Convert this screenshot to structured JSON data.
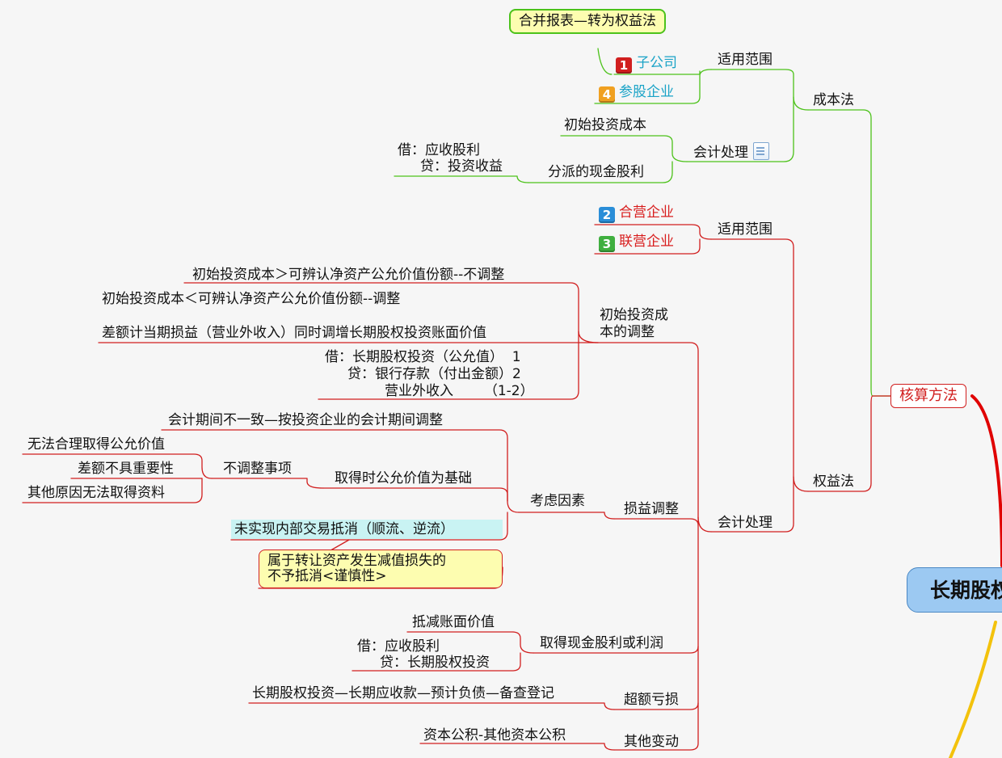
{
  "root": {
    "label": "长期股权投资"
  },
  "method": {
    "label": "核算方法"
  },
  "cost": {
    "label": "成本法",
    "scope": {
      "label": "适用范围",
      "items": [
        {
          "num": "1",
          "text": "子公司"
        },
        {
          "num": "4",
          "text": "参股企业"
        }
      ],
      "callout": "合并报表—转为权益法"
    },
    "accounting": {
      "label": "会计处理",
      "initial": "初始投资成本",
      "dividend": "分派的现金股利",
      "entry": [
        "借：应收股利",
        "贷：投资收益"
      ]
    }
  },
  "equity": {
    "label": "权益法",
    "scope": {
      "label": "适用范围",
      "items": [
        {
          "num": "2",
          "text": "合营企业"
        },
        {
          "num": "3",
          "text": "联营企业"
        }
      ]
    },
    "accounting": {
      "label": "会计处理",
      "init_adjust": {
        "label_lines": [
          "初始投资成",
          "本的调整"
        ],
        "gt": "初始投资成本＞可辨认净资产公允价值份额--不调整",
        "lt": "初始投资成本＜可辨认净资产公允价值份额--调整",
        "diff": "差额计当期损益（营业外收入）同时调增长期股权投资账面价值",
        "entry": [
          "借：长期股权投资（公允值）  1",
          "贷：银行存款（付出金额）2",
          "营业外收入       （1-2）"
        ]
      },
      "pl_adjust": {
        "label": "损益调整",
        "factors": {
          "label": "考虑因素",
          "period": "会计期间不一致—按投资企业的会计期间调整",
          "fair_value": "取得时公允价值为基础",
          "no_adjust": {
            "label": "不调整事项",
            "items": [
              "无法合理取得公允价值",
              "差额不具重要性",
              "其他原因无法取得资料"
            ]
          },
          "unrealized": "未实现内部交易抵消（顺流、逆流）",
          "callout": [
            "属于转让资产发生减值损失的",
            "不予抵消<谨慎性>"
          ]
        }
      },
      "cash_dividend": {
        "label": "取得现金股利或利润",
        "reduce": "抵减账面价值",
        "entry": [
          "借：应收股利",
          "贷：长期股权投资"
        ]
      },
      "excess_loss": {
        "label": "超额亏损",
        "text": "长期股权投资—长期应收款—预计负债—备查登记"
      },
      "other": {
        "label": "其他变动",
        "text": "资本公积-其他资本公积"
      }
    }
  },
  "colors": {
    "green": "#4cc21a",
    "red": "#d11f1f",
    "root_fill": "#9cc9f2",
    "yellow": "#f3c20c",
    "callout_fill": "#fdfdb0",
    "highlight": "#c9f3f3"
  }
}
